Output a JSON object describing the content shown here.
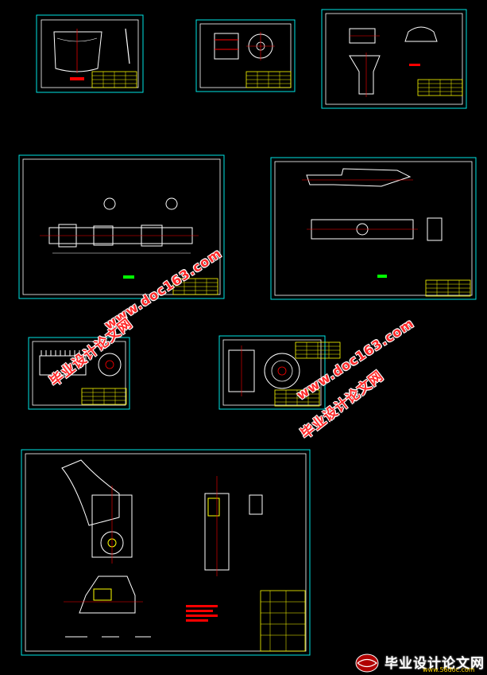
{
  "watermark": {
    "chinese": "毕业设计论文网",
    "url": "www.doc163.com"
  },
  "footer": {
    "brand": "毕业设计论文网",
    "site": "www.56doc.com"
  },
  "colors": {
    "frame": "#00e5e5",
    "drawing": "#ffffff",
    "title_block": "#ffff00",
    "dimension": "#ff0000",
    "centerline": "#ff0000",
    "note": "#00ff00",
    "watermark": "#ff2a2a"
  }
}
